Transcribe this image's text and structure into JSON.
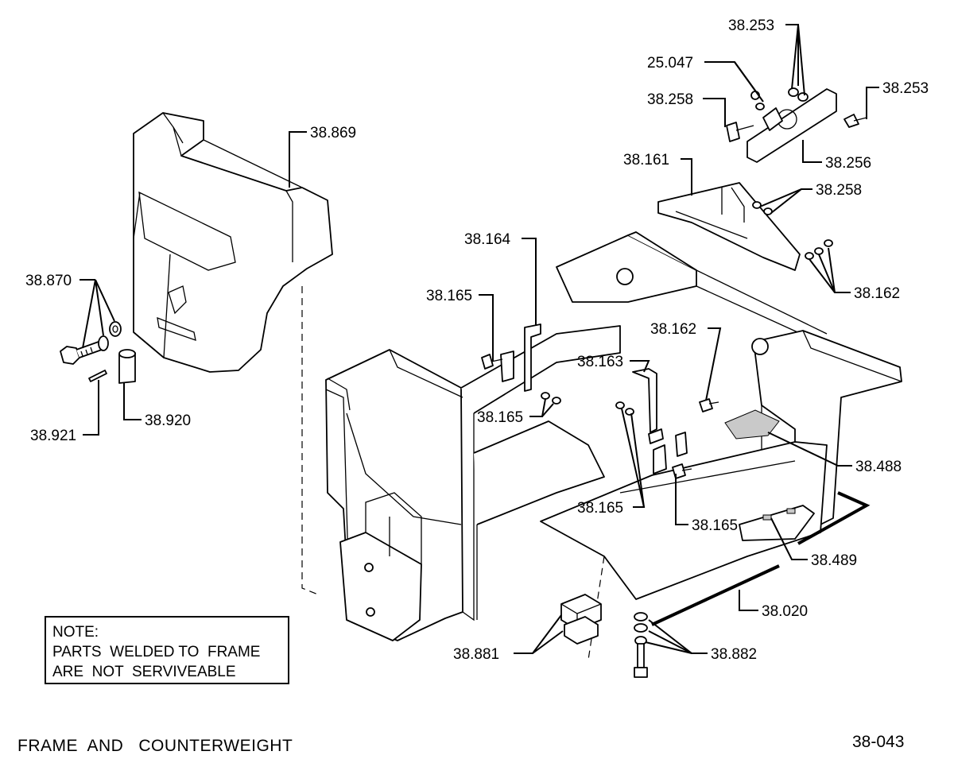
{
  "note": {
    "heading": "NOTE:",
    "line1": "PARTS  WELDED TO  FRAME",
    "line2": "ARE  NOT  SERVIVEABLE"
  },
  "footer": {
    "title": "FRAME  AND   COUNTERWEIGHT",
    "code": "38-043"
  },
  "callouts": [
    {
      "id": "c1",
      "text": "38.253"
    },
    {
      "id": "c2",
      "text": "25.047"
    },
    {
      "id": "c3",
      "text": "38.253"
    },
    {
      "id": "c4",
      "text": "38.258"
    },
    {
      "id": "c5",
      "text": "38.256"
    },
    {
      "id": "c6",
      "text": "38.869"
    },
    {
      "id": "c7",
      "text": "38.161"
    },
    {
      "id": "c8",
      "text": "38.258"
    },
    {
      "id": "c9",
      "text": "38.164"
    },
    {
      "id": "c10",
      "text": "38.870"
    },
    {
      "id": "c11",
      "text": "38.162"
    },
    {
      "id": "c12",
      "text": "38.165"
    },
    {
      "id": "c13",
      "text": "38.162"
    },
    {
      "id": "c14",
      "text": "38.163"
    },
    {
      "id": "c15",
      "text": "38.165"
    },
    {
      "id": "c16",
      "text": "38.921"
    },
    {
      "id": "c17",
      "text": "38.920"
    },
    {
      "id": "c18",
      "text": "38.488"
    },
    {
      "id": "c19",
      "text": "38.165"
    },
    {
      "id": "c20",
      "text": "38.165"
    },
    {
      "id": "c21",
      "text": "38.489"
    },
    {
      "id": "c22",
      "text": "38.020"
    },
    {
      "id": "c23",
      "text": "38.881"
    },
    {
      "id": "c24",
      "text": "38.882"
    }
  ]
}
